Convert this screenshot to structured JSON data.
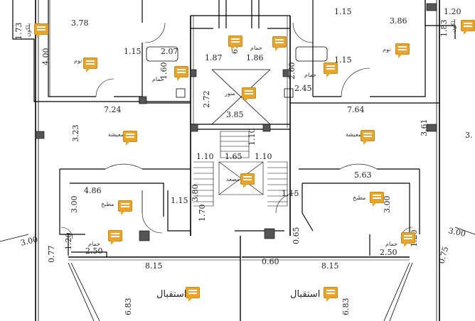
{
  "drawing": {
    "dimensions": [
      "1.73",
      "3.78",
      "4.00",
      "1.15",
      "2.07",
      "1.60",
      "6.41",
      "1.87",
      "1.86",
      "2.60",
      "2.45",
      "1.15",
      "1.15",
      "3.86",
      "1.20",
      "1.83",
      "2.72",
      "3.85",
      "7.24",
      "7.64",
      "3.23",
      "3.61",
      "1.10",
      "1.65",
      "1.10",
      "1.10",
      "5.63",
      "4.86",
      "3.00",
      "3.00",
      "1.15",
      "1.15",
      "3.80",
      "1.70",
      "0.65",
      "3.00",
      "0.77",
      "1.20",
      "2.50",
      "2.50",
      "1.20",
      "0.75",
      "3.00",
      "8.15",
      "0.60",
      "8.15",
      "6.83",
      "6.83"
    ],
    "rooms": {
      "balcony_left": "بلكون",
      "bedroom_left": "نوم",
      "bath_left": "حمام",
      "bath_top": "حمام",
      "shaft": "منور",
      "bath_right": "حمام",
      "bedroom_right": "نوم",
      "balcony_right": "بلكون",
      "living_left": "معيشة",
      "living_right": "معيشة",
      "elevator": "مصعد",
      "kitchen_left": "مطبخ",
      "kitchen_right": "مطبخ",
      "bath_bottom_left": "حمام",
      "bath_bottom_right": "حمام",
      "reception_left": "استقبال",
      "reception_right": "استقبال",
      "cut_right": "3."
    }
  },
  "annotations": {
    "icon": "comment-icon",
    "color": "#e9a42c"
  }
}
